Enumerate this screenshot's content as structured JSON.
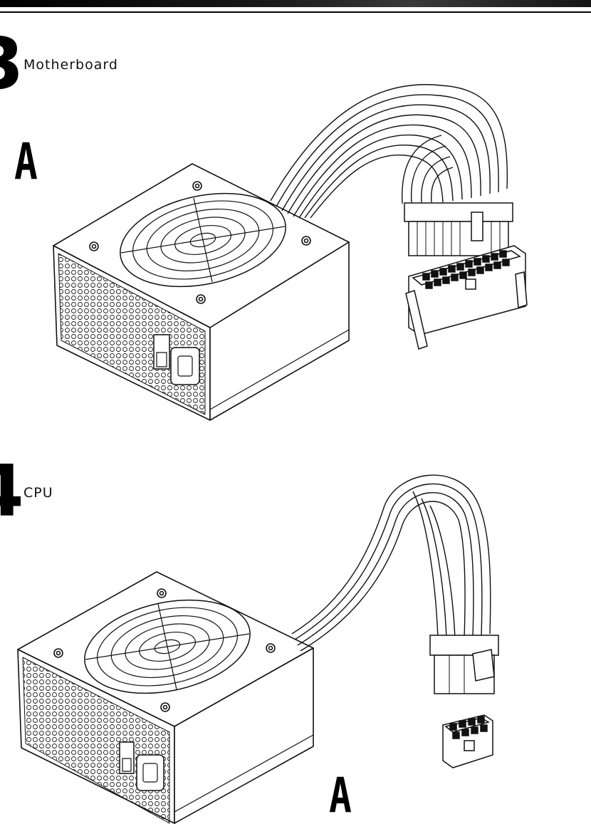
{
  "steps": [
    {
      "number": "3",
      "title": "Motherboard",
      "callout": "A"
    },
    {
      "number": "4",
      "title": "CPU",
      "callout": "A"
    }
  ],
  "icons": {
    "psu_illustration": "psu-unit",
    "motherboard_connector": "atx-24pin-connector",
    "cpu_connector": "eps-8pin-connector"
  }
}
